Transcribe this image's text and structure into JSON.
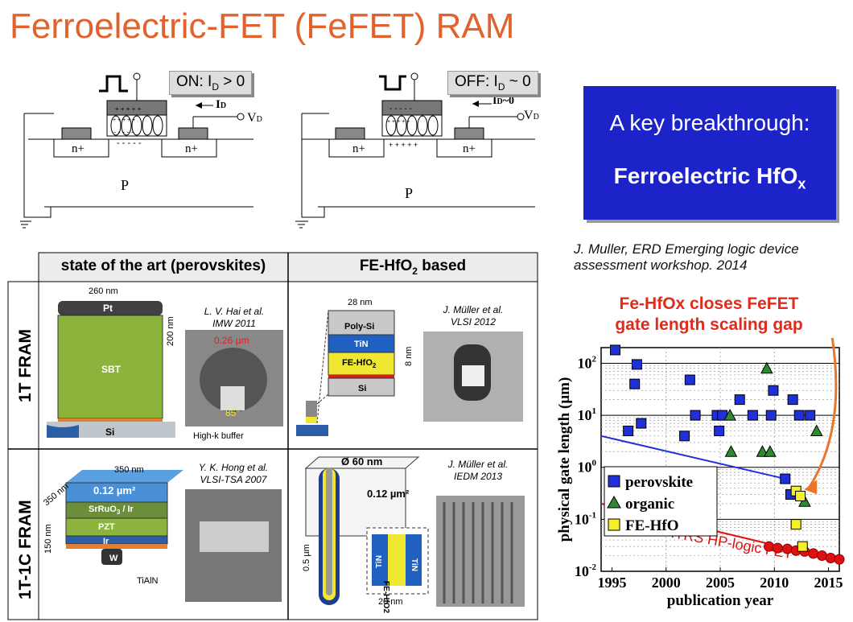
{
  "slide_title": "Ferroelectric-FET (FeFET) RAM",
  "on_device": {
    "state_label": "ON: I",
    "state_sub": "D",
    "state_rest": " > 0",
    "current_label": "I",
    "current_sub": "D",
    "voltage_label": "V",
    "voltage_sub": "D",
    "source_label": "n+",
    "drain_label": "n+",
    "substrate_label": "P"
  },
  "off_device": {
    "state_label": "OFF: I",
    "state_sub": "D",
    "state_rest": " ~ 0",
    "current_label": "I",
    "current_sub": "D",
    "current_rest": "~0",
    "voltage_label": "V",
    "voltage_sub": "D",
    "source_label": "n+",
    "drain_label": "n+",
    "substrate_label": "P"
  },
  "breakthrough": {
    "line1": "A key breakthrough:",
    "line2": "Ferroelectric HfO",
    "line2_sub": "x"
  },
  "citation": {
    "line1": "J. Muller, ERD Emerging logic device",
    "line2": "assessment workshop. 2014"
  },
  "callout": {
    "line1": "Fe-HfOx closes FeFET",
    "line2": "gate length scaling gap"
  },
  "comparison_table": {
    "col1_header": "state of the art (perovskites)",
    "col2_header_pre": "FE-HfO",
    "col2_header_sub": "2",
    "col2_header_post": " based",
    "row1_label": "1T FRAM",
    "row2_label": "1T-1C FRAM",
    "cells": {
      "r1c1": {
        "dim_top": "260 nm",
        "dim_side": "200 nm",
        "layer_top": "Pt",
        "layer_mid": "SBT",
        "layer_bottom": "Si",
        "note": "High-k buffer",
        "ref1": "L. V. Hai et al.",
        "ref2": "IMW 2011",
        "scale": "0.26 µm",
        "angle": "85°"
      },
      "r1c2": {
        "dim_top": "28 nm",
        "dim_side": "8 nm",
        "layer1": "Poly-Si",
        "layer2": "TiN",
        "layer3": "FE-HfO",
        "layer3_sub": "2",
        "layer4": "Si",
        "ref1": "J. Müller et al.",
        "ref2": "VLSI 2012"
      },
      "r2c1": {
        "dim_top": "350 nm",
        "dim_side1": "350 nm",
        "dim_side2": "150 nm",
        "area": "0.12 µm²",
        "layer1": "SrRuO",
        "layer1_sub": "3",
        "layer1_post": " / Ir",
        "layer2": "PZT",
        "layer3": "Ir",
        "layer4": "W",
        "note": "TiAlN",
        "ref1": "Y. K. Hong et al.",
        "ref2": "VLSI-TSA 2007"
      },
      "r2c2": {
        "dia": "Ø 60 nm",
        "area": "0.12 µm²",
        "height": "0.5 µm",
        "inset_left": "TiN",
        "inset_mid": "FE-HfO2",
        "inset_right": "TiN",
        "inset_dim": "20 nm",
        "ref1": "J. Müller et al.",
        "ref2": "IEDM 2013"
      }
    }
  },
  "chart_data": {
    "type": "scatter",
    "xlabel": "publication year",
    "ylabel": "physical gate length (µm)",
    "x_ticks": [
      "1995",
      "2000",
      "2005",
      "2010",
      "2015"
    ],
    "y_ticks": [
      "10-2",
      "10-1",
      "100",
      "101",
      "102"
    ],
    "xlim": [
      1994,
      2016
    ],
    "ylim": [
      0.01,
      200
    ],
    "y_scale": "log",
    "grid": true,
    "legend_position": "center-left",
    "series": [
      {
        "name": "perovskite",
        "marker": "square",
        "color": "#2030d8",
        "points": [
          [
            1995.3,
            180
          ],
          [
            1997.3,
            95
          ],
          [
            1997.1,
            40
          ],
          [
            1997.7,
            7
          ],
          [
            1996.5,
            5
          ],
          [
            2001.7,
            4
          ],
          [
            2002.2,
            48
          ],
          [
            2002.7,
            10
          ],
          [
            2004.7,
            10
          ],
          [
            2005.2,
            10
          ],
          [
            2004.9,
            5
          ],
          [
            2006.8,
            20
          ],
          [
            2008,
            10
          ],
          [
            2009.7,
            10
          ],
          [
            2009.9,
            30
          ],
          [
            2011.7,
            20
          ],
          [
            2012.3,
            10
          ],
          [
            2013.3,
            10
          ],
          [
            2011,
            0.6
          ],
          [
            2011.5,
            0.3
          ]
        ]
      },
      {
        "name": "organic",
        "marker": "triangle",
        "color": "#2f8a2f",
        "points": [
          [
            2005.9,
            10
          ],
          [
            2006,
            2
          ],
          [
            2009.3,
            80
          ],
          [
            2008.9,
            2
          ],
          [
            2009.6,
            2
          ],
          [
            2012.8,
            0.22
          ],
          [
            2013.9,
            5
          ]
        ]
      },
      {
        "name": "FE-HfO",
        "marker": "square",
        "color": "#f5f02a",
        "points": [
          [
            2012,
            0.35
          ],
          [
            2012.4,
            0.28
          ],
          [
            2012,
            0.08
          ],
          [
            2012.6,
            0.03
          ]
        ]
      }
    ],
    "trend_lines": [
      {
        "label": "",
        "color": "#2030d8",
        "points": [
          [
            1994,
            4
          ],
          [
            2011,
            0.6
          ]
        ]
      },
      {
        "label": "ITRS HP-logic FET",
        "color": "#e01010",
        "points": [
          [
            1994,
            0.2
          ],
          [
            2016,
            0.016
          ]
        ]
      }
    ],
    "itrs_points": [
      [
        2009.5,
        0.03
      ],
      [
        2010.3,
        0.028
      ],
      [
        2011.2,
        0.027
      ],
      [
        2012,
        0.025
      ],
      [
        2012.8,
        0.024
      ],
      [
        2013.6,
        0.022
      ],
      [
        2014.4,
        0.02
      ],
      [
        2015.2,
        0.018
      ],
      [
        2016,
        0.017
      ]
    ]
  }
}
